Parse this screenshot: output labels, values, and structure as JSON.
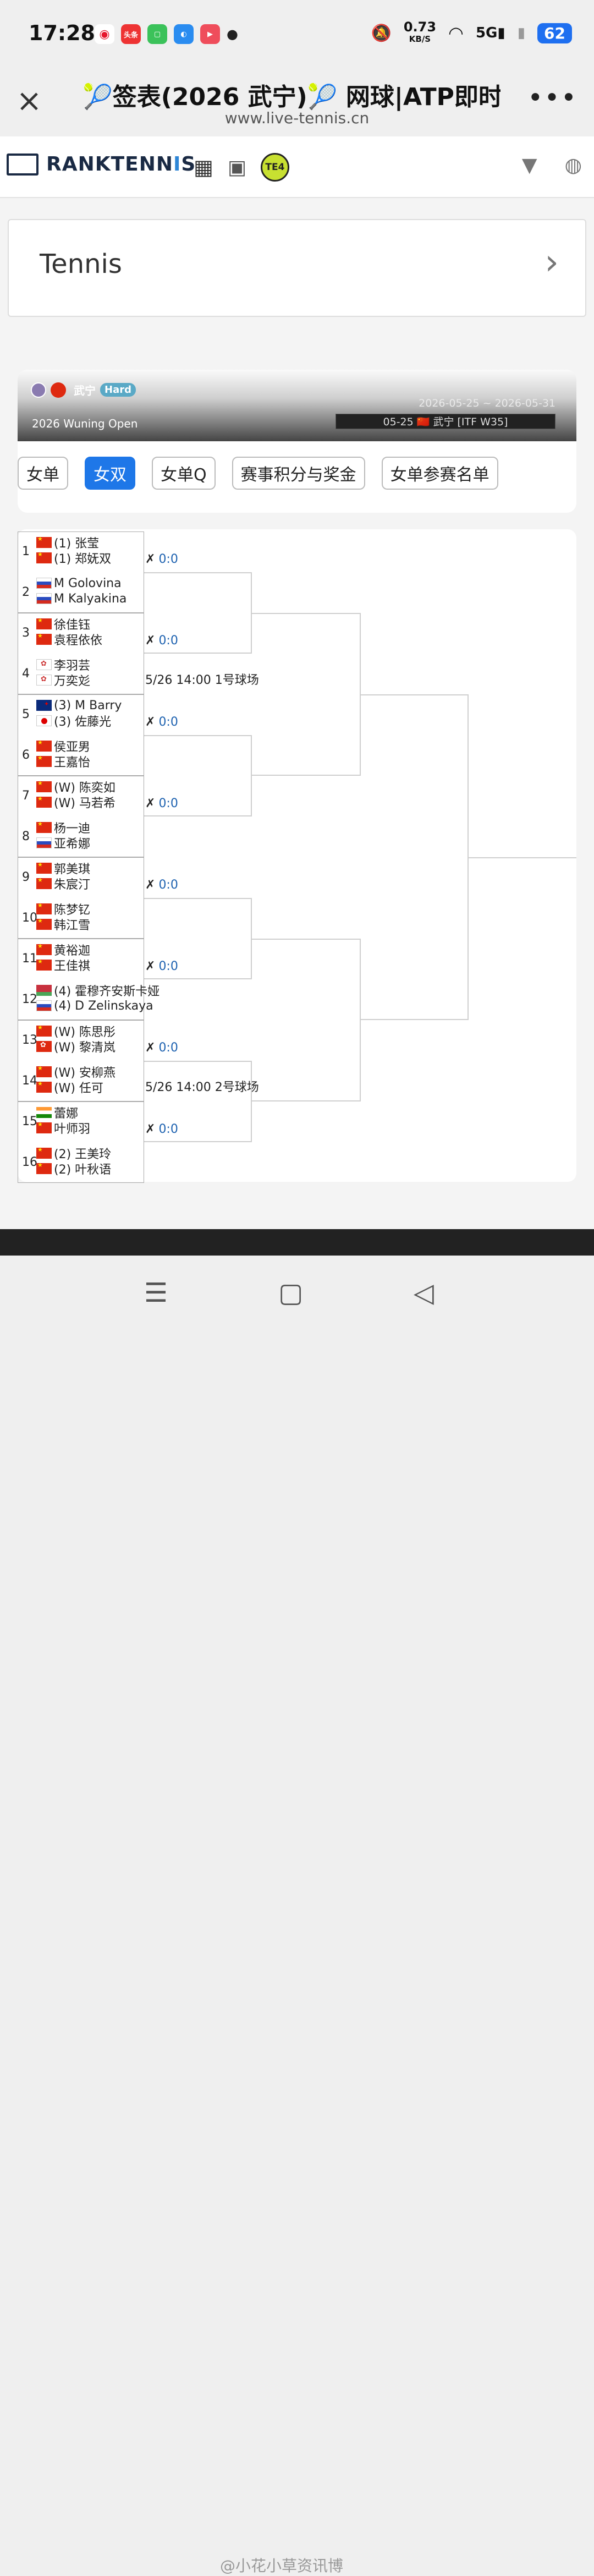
{
  "status": {
    "time": "17:28",
    "net_speed": "0.73",
    "net_unit": "KB/S",
    "signal": "5G",
    "battery": "62"
  },
  "status_apps": [
    "微博",
    "头条",
    "消息",
    "浏览器",
    "视频"
  ],
  "nav": {
    "title": "🎾签表(2026 武宁)🎾 网球|ATP即时…",
    "url": "www.live-tennis.cn"
  },
  "site": {
    "brand_a": "RANKTENN",
    "brand_b": "I",
    "brand_c": "S",
    "te4": "TE4"
  },
  "tennis_label": "Tennis",
  "tournament": {
    "city": "武宁",
    "surface": "Hard",
    "dates": "2026-05-25 ~ 2026-05-31",
    "name": "2026 Wuning Open",
    "selector": "05-25 🇨🇳 武宁 [ITF W35]"
  },
  "tabs": [
    "女单",
    "女双",
    "女单Q",
    "赛事积分与奖金",
    "女单参赛名单"
  ],
  "active_tab": 1,
  "bracket": [
    {
      "num": "1",
      "p1": "(1) 张莹",
      "f1": "cn",
      "p2": "(1) 郑妩双",
      "f2": "cn"
    },
    {
      "num": "2",
      "p1": "M Golovina",
      "f1": "ru",
      "p2": "M Kalyakina",
      "f2": "ru"
    },
    {
      "num": "3",
      "p1": "徐佳钰",
      "f1": "cn",
      "p2": "袁程依依",
      "f2": "cn"
    },
    {
      "num": "4",
      "p1": "李羽芸",
      "f1": "tpe",
      "p2": "万奕彣",
      "f2": "tpe"
    },
    {
      "num": "5",
      "p1": "(3) M Barry",
      "f1": "nz",
      "p2": "(3) 佐藤光",
      "f2": "jp"
    },
    {
      "num": "6",
      "p1": "侯亚男",
      "f1": "cn",
      "p2": "王嘉怡",
      "f2": "cn"
    },
    {
      "num": "7",
      "p1": "(W) 陈奕如",
      "f1": "cn",
      "p2": "(W) 马若希",
      "f2": "cn"
    },
    {
      "num": "8",
      "p1": "杨一迪",
      "f1": "cn",
      "p2": "亚希娜",
      "f2": "ru"
    },
    {
      "num": "9",
      "p1": "郭美琪",
      "f1": "cn",
      "p2": "朱宸汀",
      "f2": "cn"
    },
    {
      "num": "10",
      "p1": "陈梦钇",
      "f1": "cn",
      "p2": "韩江雪",
      "f2": "cn"
    },
    {
      "num": "11",
      "p1": "黄裕迦",
      "f1": "cn",
      "p2": "王佳祺",
      "f2": "cn"
    },
    {
      "num": "12",
      "p1": "(4) 霍穆齐安斯卡娅",
      "f1": "by",
      "p2": "(4) D Zelinskaya",
      "f2": "ru"
    },
    {
      "num": "13",
      "p1": "(W) 陈思彤",
      "f1": "cn",
      "p2": "(W) 黎清岚",
      "f2": "hk"
    },
    {
      "num": "14",
      "p1": "(W) 安柳燕",
      "f1": "cn",
      "p2": "(W) 任可",
      "f2": "cn"
    },
    {
      "num": "15",
      "p1": "蕾娜",
      "f1": "in",
      "p2": "叶师羽",
      "f2": "cn"
    },
    {
      "num": "16",
      "p1": "(2) 王美玲",
      "f1": "cn",
      "p2": "(2) 叶秋语",
      "f2": "cn"
    }
  ],
  "scores": [
    "0:0",
    "0:0",
    "0:0",
    "0:0",
    "0:0",
    "0:0",
    "0:0",
    "0:0"
  ],
  "schedules": [
    {
      "after_match": 2,
      "text": "5/26 14:00 1号球场"
    },
    {
      "after_match": 7,
      "text": "5/26 14:00 2号球场"
    }
  ],
  "watermark": "@小花小草资讯博"
}
